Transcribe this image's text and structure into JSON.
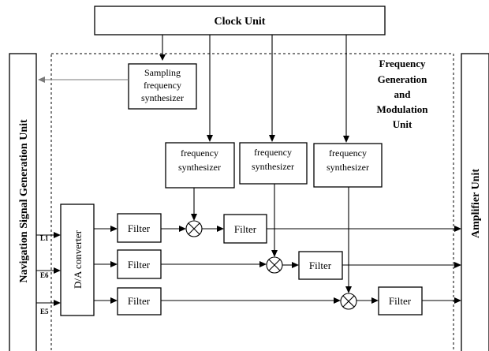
{
  "clock_unit": "Clock Unit",
  "fgm_unit": [
    "Frequency",
    "Generation",
    "and",
    "Modulation",
    "Unit"
  ],
  "nav_unit": "Navigation Signal Generation Unit",
  "amp_unit": "Amplifier Unit",
  "sampling_synth": [
    "Sampling",
    "frequency",
    "synthesizer"
  ],
  "freq_synth": [
    "frequency",
    "synthesizer"
  ],
  "dac": "D/A converter",
  "filter": "Filter",
  "channels": [
    "L1",
    "E6",
    "E5"
  ]
}
